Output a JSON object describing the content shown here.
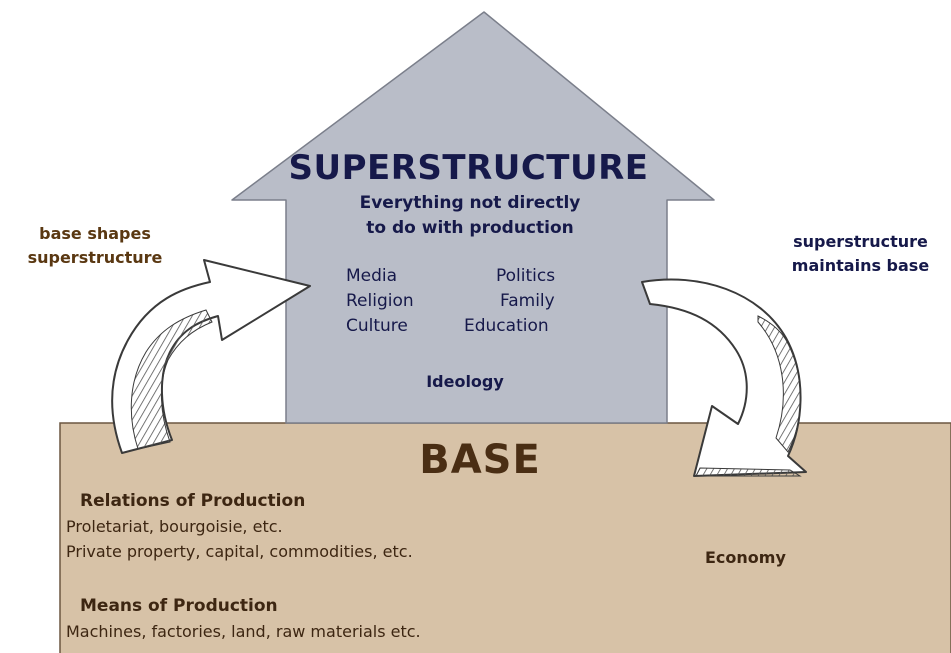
{
  "superstructure": {
    "title": "SUPERSTRUCTURE",
    "subtitle_line1": "Everything not directly",
    "subtitle_line2": "to do with production",
    "institutions": {
      "left": [
        "Media",
        "Religion",
        "Culture"
      ],
      "right": [
        "Politics",
        "Family",
        "Education"
      ]
    },
    "ideology": "Ideology"
  },
  "base": {
    "title": "BASE",
    "relations_heading": "Relations of Production",
    "relations_lines": [
      "Proletariat, bourgoisie, etc.",
      "Private property, capital, commodities, etc."
    ],
    "means_heading": "Means of Production",
    "means_lines": [
      "Machines, factories, land, raw materials etc."
    ],
    "economy": "Economy"
  },
  "arrows": {
    "left_label_line1": "base shapes",
    "left_label_line2": "superstructure",
    "right_label_line1": "superstructure",
    "right_label_line2": "maintains base"
  },
  "colors": {
    "superstructure_fill": "#b9bdc8",
    "base_fill": "#d7c2a7",
    "dark_navy": "#16194a",
    "dark_brown": "#3d2612",
    "arrow_fill": "#ffffff"
  }
}
